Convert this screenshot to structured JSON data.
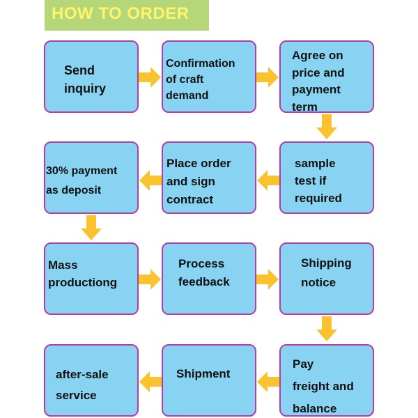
{
  "title": "HOW TO ORDER",
  "colors": {
    "title_bg": "#b5d77a",
    "title_text": "#fff56b",
    "box_fill": "#88d3f2",
    "box_border": "#b63ba6",
    "arrow": "#f9c22e"
  },
  "steps": [
    {
      "label": "Send\ninquiry"
    },
    {
      "label": "Confirmation\nof craft\ndemand"
    },
    {
      "label": "Agree on\nprice and\npayment\nterm"
    },
    {
      "label": "sample\ntest if\nrequired"
    },
    {
      "label": "Place order\nand sign\ncontract"
    },
    {
      "label": "30% payment\nas deposit"
    },
    {
      "label": "Mass\nproductiong"
    },
    {
      "label": "Process\nfeedback"
    },
    {
      "label": "Shipping\nnotice"
    },
    {
      "label": "Pay\nfreight and\nbalance"
    },
    {
      "label": "Shipment"
    },
    {
      "label": "after-sale\nservice"
    }
  ]
}
